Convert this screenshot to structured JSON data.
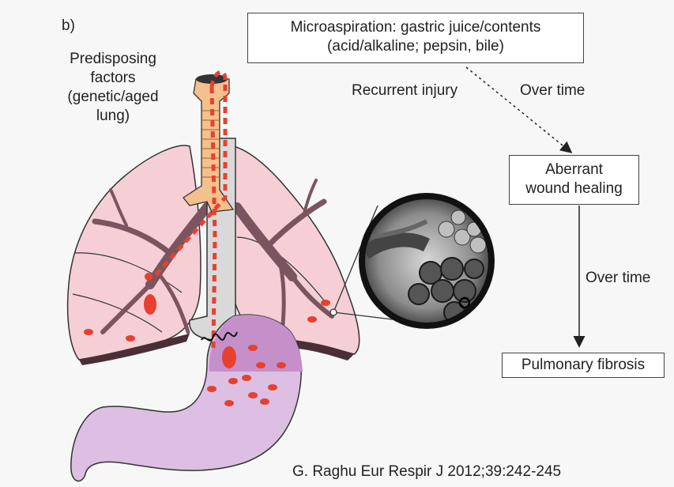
{
  "panel_label": "b)",
  "predisposing": {
    "line1": "Predisposing",
    "line2": "factors",
    "line3": "(genetic/aged",
    "line4": "lung)"
  },
  "microaspiration": {
    "line1": "Microaspiration: gastric juice/contents",
    "line2": "(acid/alkaline; pepsin, bile)"
  },
  "recurrent_injury": "Recurrent  injury",
  "over_time_1": "Over time",
  "aberrant": {
    "line1": "Aberrant",
    "line2": "wound healing"
  },
  "over_time_2": "Over time",
  "pulmonary_fibrosis": "Pulmonary fibrosis",
  "citation": "G. Raghu Eur Respir J 2012;39:242-245",
  "colors": {
    "lung_fill": "#f6cfd6",
    "airway": "#7a5560",
    "stomach_fill": "#dcbfe3",
    "stomach_top": "#c590c9",
    "reflux_red": "#e8402f",
    "trachea": "#f4c08c"
  }
}
